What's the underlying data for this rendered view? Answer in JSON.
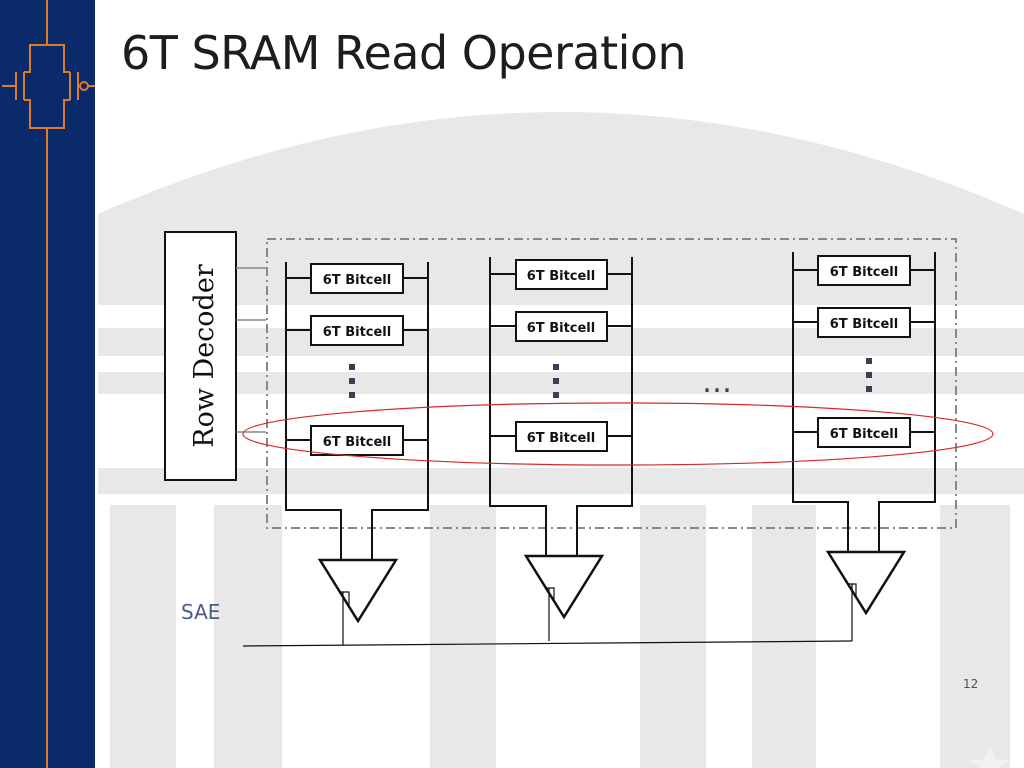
{
  "slide": {
    "title": "6T SRAM Read Operation",
    "page_number": "12"
  },
  "diagram": {
    "row_decoder_label": "Row Decoder",
    "bitcell_label": "6T Bitcell",
    "column_dots": "⋮",
    "between_columns_ellipsis": "…",
    "sense_enable_label": "SAE",
    "colors": {
      "sidebar": "#0b2a6a",
      "logo_accent": "#e07b25",
      "array_border": "#888888",
      "selected_row_highlight": "#d82a2a",
      "background_art": "#e6e6e6"
    }
  }
}
